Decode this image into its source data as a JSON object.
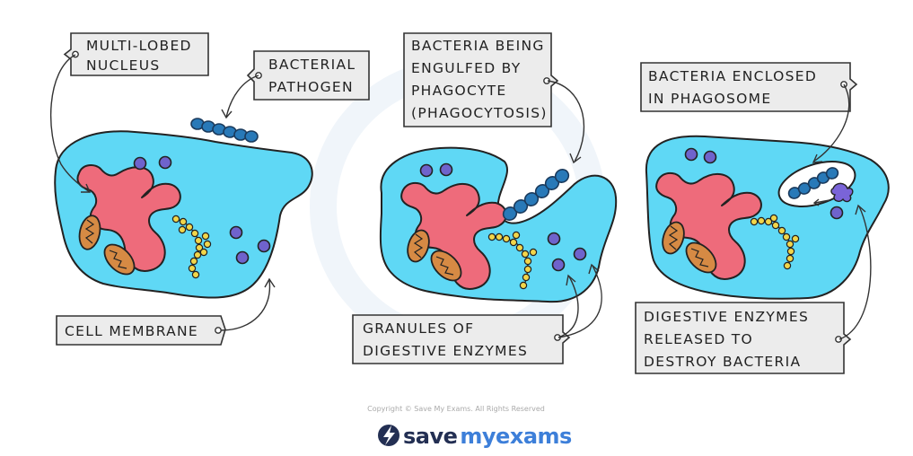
{
  "labels": {
    "multi_lobed_nucleus": [
      "MULTI-LOBED",
      "NUCLEUS"
    ],
    "bacterial_pathogen": [
      "BACTERIAL",
      "PATHOGEN"
    ],
    "cell_membrane": [
      "CELL MEMBRANE"
    ],
    "bacteria_engulfed": [
      "BACTERIA  BEING",
      "ENGULFED  BY",
      "PHAGOCYTE",
      "(PHAGOCYTOSIS)"
    ],
    "granules": [
      "GRANULES  OF",
      "DIGESTIVE  ENZYMES"
    ],
    "bacteria_enclosed": [
      "BACTERIA  ENCLOSED",
      "IN  PHAGOSOME"
    ],
    "digestive_enzymes_released": [
      "DIGESTIVE  ENZYMES",
      "RELEASED  TO",
      "DESTROY  BACTERIA"
    ]
  },
  "footer": {
    "copyright": "Copyright © Save My Exams. All Rights Reserved",
    "brand_part1": "save",
    "brand_part2": "myexams"
  },
  "colors": {
    "cytoplasm": "#5fd8f5",
    "nucleus": "#ee6b7b",
    "granule": "#6f63cc",
    "bacterium": "#2879b8",
    "mitochondrion": "#d68a44",
    "lysosome": "#f2d64a",
    "label_bg": "#ececec",
    "brand_dark": "#232f53",
    "brand_blue": "#3d7fd9"
  }
}
